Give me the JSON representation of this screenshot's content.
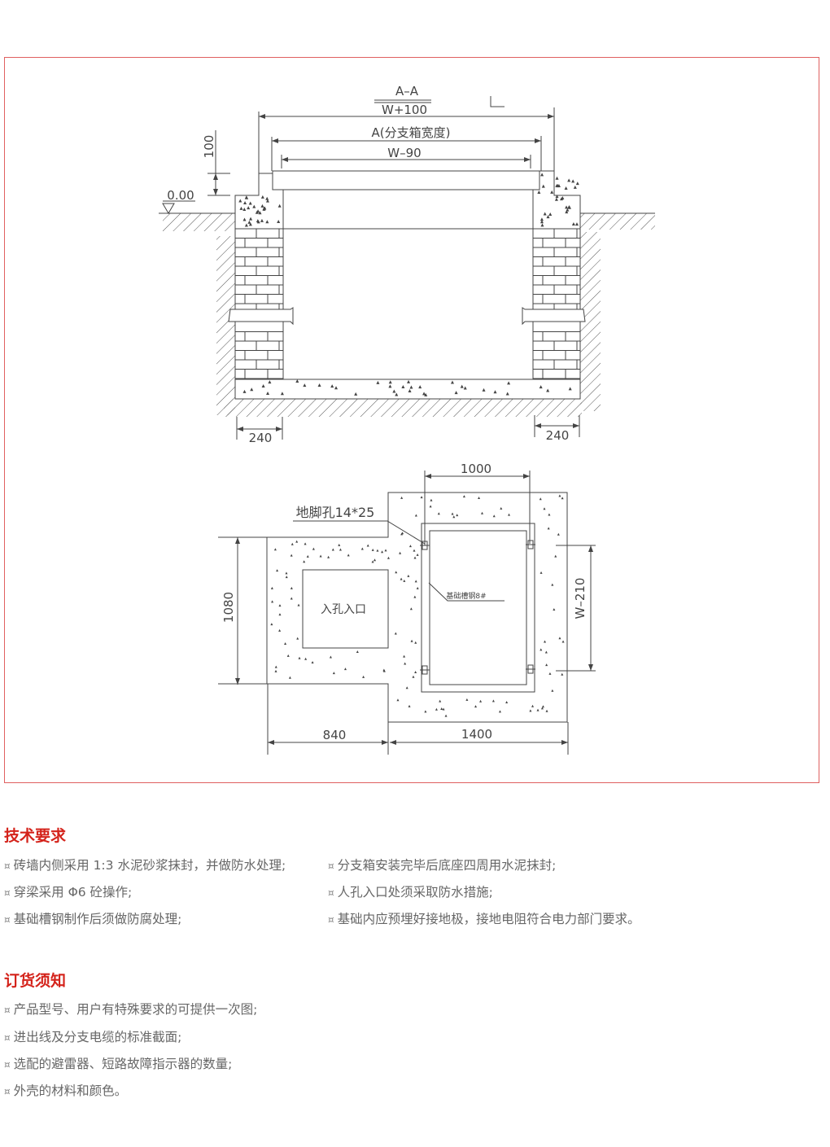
{
  "drawing": {
    "section_title": "A–A",
    "dim_w_plus_100": "W+100",
    "dim_a": "A(分支箱宽度)",
    "dim_w_minus_90": "W–90",
    "dim_100": "100",
    "level": "0.00",
    "dim_240_left": "240",
    "dim_240_right": "240",
    "dim_1000": "1000",
    "anchor_hole_label": "地脚孔14*25",
    "channel_steel_label": "基础槽钢8#",
    "manhole_label": "入孔入口",
    "dim_1080": "1080",
    "dim_w_minus_210": "W–210",
    "dim_840": "840",
    "dim_1400": "1400"
  },
  "tech_requirements": {
    "title": "技术要求",
    "bullet": "¤",
    "left": [
      "砖墙内侧采用 1:3 水泥砂浆抹封，并做防水处理;",
      "穿梁采用 Φ6 砼操作;",
      "基础槽钢制作后须做防腐处理;"
    ],
    "right": [
      "分支箱安装完毕后底座四周用水泥抹封;",
      "人孔入口处须采取防水措施;",
      "基础内应预埋好接地极，接地电阻符合电力部门要求。"
    ]
  },
  "order_notes": {
    "title": "订货须知",
    "items": [
      "产品型号、用户有特殊要求的可提供一次图;",
      "进出线及分支电缆的标准截面;",
      "选配的避雷器、短路故障指示器的数量;",
      "外壳的材料和颜色。"
    ]
  },
  "colors": {
    "accent": "#d4231b",
    "frame": "#e06060",
    "text": "#666666"
  }
}
